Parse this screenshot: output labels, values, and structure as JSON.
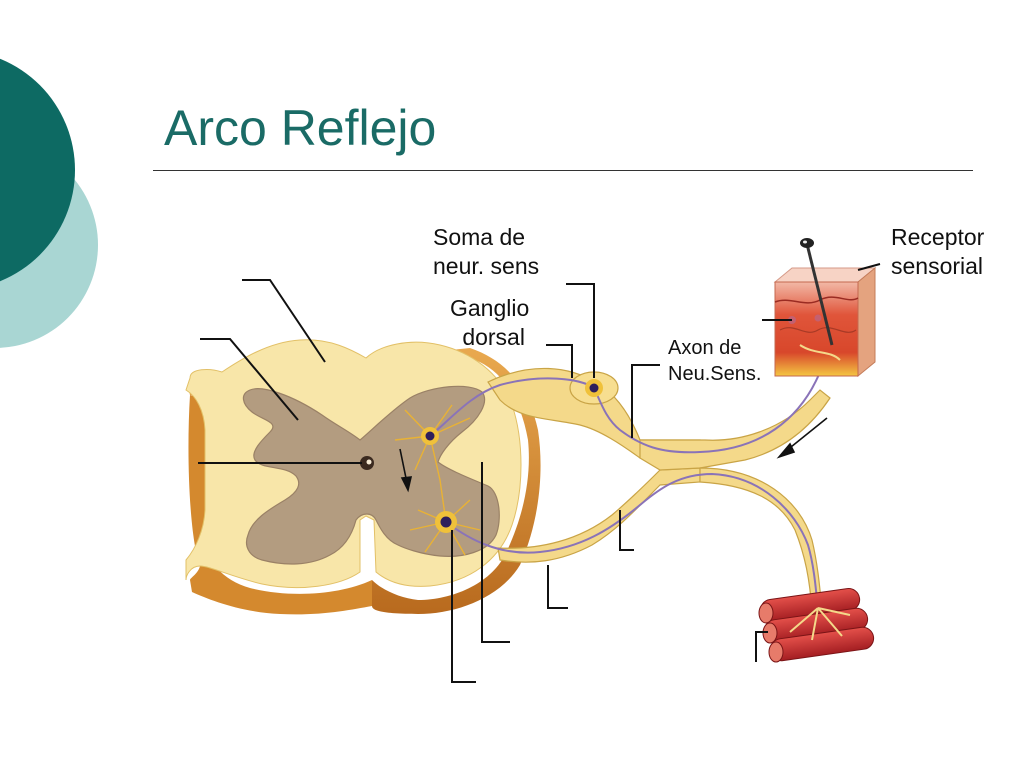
{
  "slide": {
    "title": "Arco Reflejo"
  },
  "colors": {
    "accent_dark": "#0d6a63",
    "accent_light": "#a8d5d3",
    "title": "#1a6b66",
    "cord": "#f7e4a6",
    "gray_matter": "#b29a7e",
    "nerve": "#f4d98a",
    "muscle": "#c4282c"
  },
  "labels": {
    "soma": [
      "Soma de",
      "neur. sens"
    ],
    "ganglio": [
      "Ganglio",
      "dorsal"
    ],
    "axon": [
      "Axon de",
      "Neu.Sens."
    ],
    "receptor": [
      "Receptor",
      "sensorial"
    ]
  }
}
